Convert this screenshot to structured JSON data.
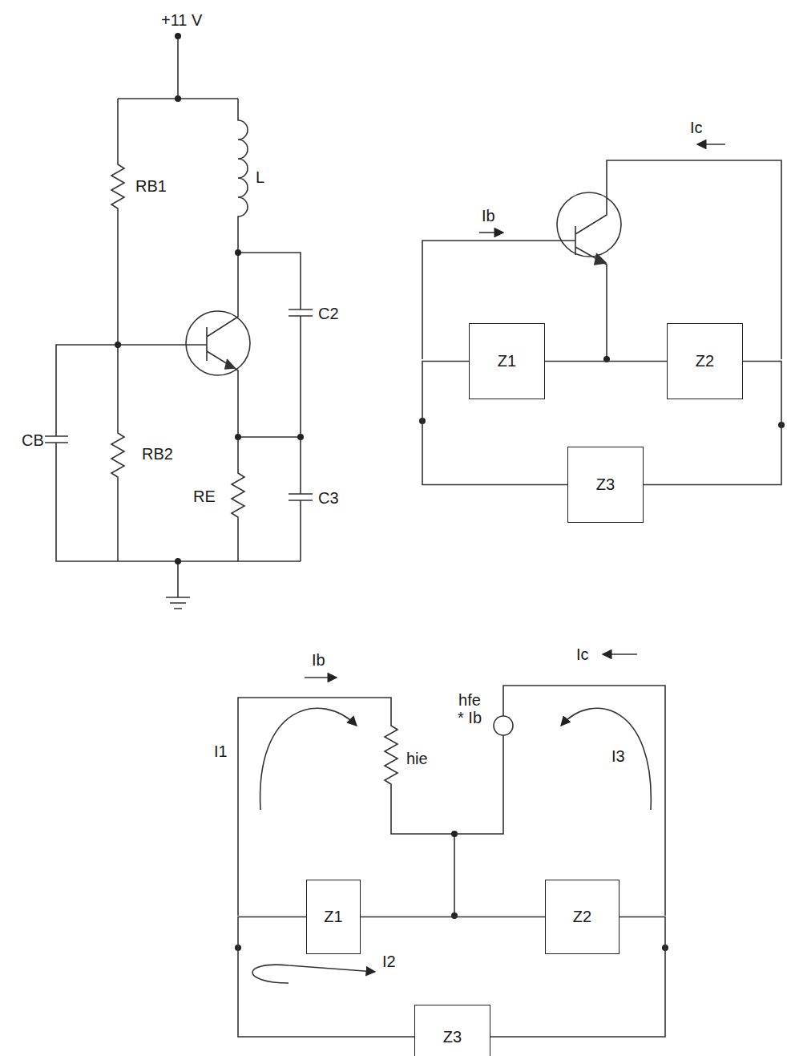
{
  "diagram": {
    "nodes": [
      {
        "text": [
          "Z1"
        ]
      },
      {
        "text": [
          "Z2"
        ]
      },
      {
        "text": [
          "Z3"
        ]
      },
      {
        "text": [
          "Z1"
        ]
      },
      {
        "text": [
          "Z2"
        ]
      },
      {
        "text": [
          "Z3"
        ]
      }
    ],
    "edges": [
      {
        "from": 0,
        "to": 1,
        "arrow": "none"
      },
      {
        "from": 1,
        "to": 2,
        "arrow": "none"
      },
      {
        "from": 0,
        "to": 2,
        "arrow": "none"
      },
      {
        "from": 3,
        "to": 4,
        "arrow": "none"
      },
      {
        "from": 4,
        "to": 5,
        "arrow": "none"
      },
      {
        "from": 3,
        "to": 5,
        "arrow": "none"
      }
    ],
    "labels": [
      "+11 V",
      "RB1",
      "L",
      "C2",
      "CB",
      "RB2",
      "RE",
      "C3",
      "Ic",
      "Ib",
      "Ib",
      "hfe * Ib",
      "Ic",
      "hie",
      "I1",
      "I3",
      "I2"
    ]
  }
}
